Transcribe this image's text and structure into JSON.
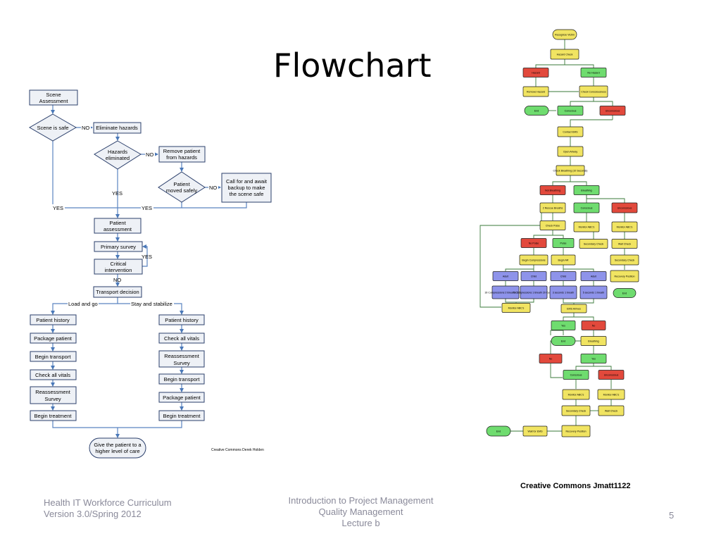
{
  "slide": {
    "title": "Flowchart",
    "footer_left_line1": "Health IT Workforce Curriculum",
    "footer_left_line2": "Version 3.0/Spring 2012",
    "footer_center_line1": "Introduction to Project Management",
    "footer_center_line2": "Quality Management",
    "footer_center_line3": "Lecture b",
    "page_number": "5"
  },
  "left_flowchart": {
    "credit": "Creative Commons Derek Holden",
    "nodes": {
      "scene_assessment": [
        "Scene",
        "Assessment"
      ],
      "scene_is_safe": "Scene is safe",
      "eliminate_hazards": "Eliminate hazards",
      "hazards_eliminated": [
        "Hazards",
        "eliminated"
      ],
      "remove_patient": [
        "Remove patient",
        "from hazards"
      ],
      "patient_moved_safely": [
        "Patient",
        "moved safely"
      ],
      "call_for_backup": [
        "Call for and await",
        "backup to make",
        "the scene safe"
      ],
      "patient_assessment": [
        "Patient",
        "assessment"
      ],
      "primary_survey": "Primary survey",
      "critical_intervention": [
        "Critical",
        "intervention"
      ],
      "transport_decision": "Transport decision",
      "give_patient": [
        "Give the patient to a",
        "higher level of care"
      ]
    },
    "labels": {
      "no": "NO",
      "yes": "YES",
      "load_and_go": "Load and go",
      "stay_and_stabilize": "Stay and stabilize"
    },
    "left_column": [
      "Patient history",
      "Package patient",
      "Begin transport",
      "Check all vitals",
      "Reassessment|Survey",
      "Begin treatment"
    ],
    "right_column": [
      "Patient history",
      "Check all vitals",
      "Reassessment|Survey",
      "Begin transport",
      "Package patient",
      "Begin treatment"
    ]
  },
  "right_flowchart": {
    "credit": "Creative Commons Jmatt1122",
    "colors": {
      "yellow": "#f1e462",
      "green": "#6fdc6f",
      "red": "#e2493c",
      "blue": "#8e93ea"
    },
    "node_labels": {
      "recognize": "Recognize Victim",
      "hazard_check": "Hazard Check",
      "hazard": "Hazard",
      "no_hazard": "No Hazard",
      "remove_hazard": "Remove Hazard",
      "check_consciousness": "Check Consciousness",
      "end1": "End",
      "conscious": "Conscious",
      "unconscious": "Unconscious",
      "contact_ems": "Contact EMS",
      "open_airway": "Open Airway",
      "check_breathing": "Check Breathing (10 Seconds)",
      "not_breathing": "Not Breathing",
      "breathing": "Breathing",
      "rescue_breaths": "2 Rescue Breaths",
      "conscious2": "Conscious",
      "unconscious2": "Unconscious",
      "check_pulse": "Check Pulse",
      "monitor_abcs": "Monitor ABC's",
      "monitor_abcs2": "Monitor ABC's",
      "no_pulse": "No Pulse",
      "pulse": "Pulse",
      "secondary_check": "Secondary Check",
      "wait_check": "Wait Check",
      "begin_compressions": "Begin Compressions",
      "begin_ar": "Begin AR",
      "secondary_check2": "Secondary Check",
      "adult1": "Adult",
      "child1": "Child",
      "child2": "Child",
      "adult2": "Adult",
      "recovery_position": "Recovery Position",
      "compressions_adult": "30 Compressions 2 Breaths 5 Cycles",
      "compressions_child": "5 Compressions 1 Breath 20 Cycles",
      "seconds_child": "3 seconds 1 breath",
      "seconds_adult": "5 seconds 1 breath",
      "end2": "End",
      "monitor_abcs3": "Monitor ABC's",
      "ems_arrives": "EMS Arrives",
      "yes1": "Yes",
      "no1": "No",
      "end3": "End",
      "breathing2": "Breathing",
      "no2": "No",
      "yes2": "Yes",
      "conscious3": "Conscious",
      "unconscious3": "Unconscious",
      "monitor_abcs4": "Monitor ABC's",
      "monitor_abcs5": "Monitor ABC's",
      "secondary_check3": "Secondary Check",
      "wait_check2": "Wait Check",
      "end4": "End",
      "wait_for_ems": "Wait for EMS",
      "recovery_position2": "Recovery Position"
    }
  }
}
